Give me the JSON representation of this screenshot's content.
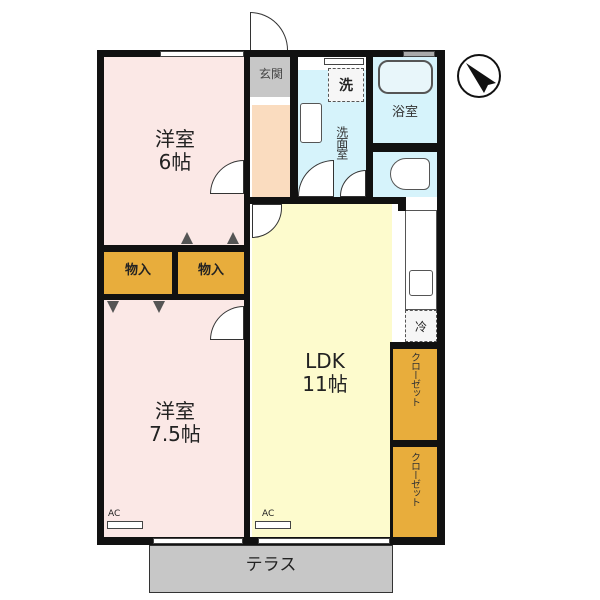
{
  "floorplan": {
    "rooms": {
      "western_room_1": {
        "name": "洋室",
        "size": "6帖"
      },
      "western_room_2": {
        "name": "洋室",
        "size": "7.5帖"
      },
      "ldk": {
        "name": "LDK",
        "size": "11帖"
      },
      "storage_1": {
        "label": "物入"
      },
      "storage_2": {
        "label": "物入"
      },
      "entrance": {
        "label": "玄関"
      },
      "washroom": {
        "label": "洗面室"
      },
      "washer": {
        "label": "洗"
      },
      "bathroom": {
        "label": "浴室"
      },
      "fridge": {
        "label": "冷"
      },
      "closet_1": {
        "label": "クローゼット"
      },
      "closet_2": {
        "label": "クローゼット"
      },
      "terrace": {
        "label": "テラス"
      }
    },
    "ac_labels": [
      "AC",
      "AC"
    ],
    "compass": {
      "icon": "north-arrow-icon"
    },
    "colors": {
      "western_room": "#fbe8e6",
      "ldk": "#fdfbcd",
      "wet_area": "#d6f3fb",
      "hallway": "#fadcbf",
      "storage": "#e8ad3c",
      "entrance": "#c7c7c7",
      "terrace": "#c7c7c7",
      "wall": "#111111"
    }
  }
}
